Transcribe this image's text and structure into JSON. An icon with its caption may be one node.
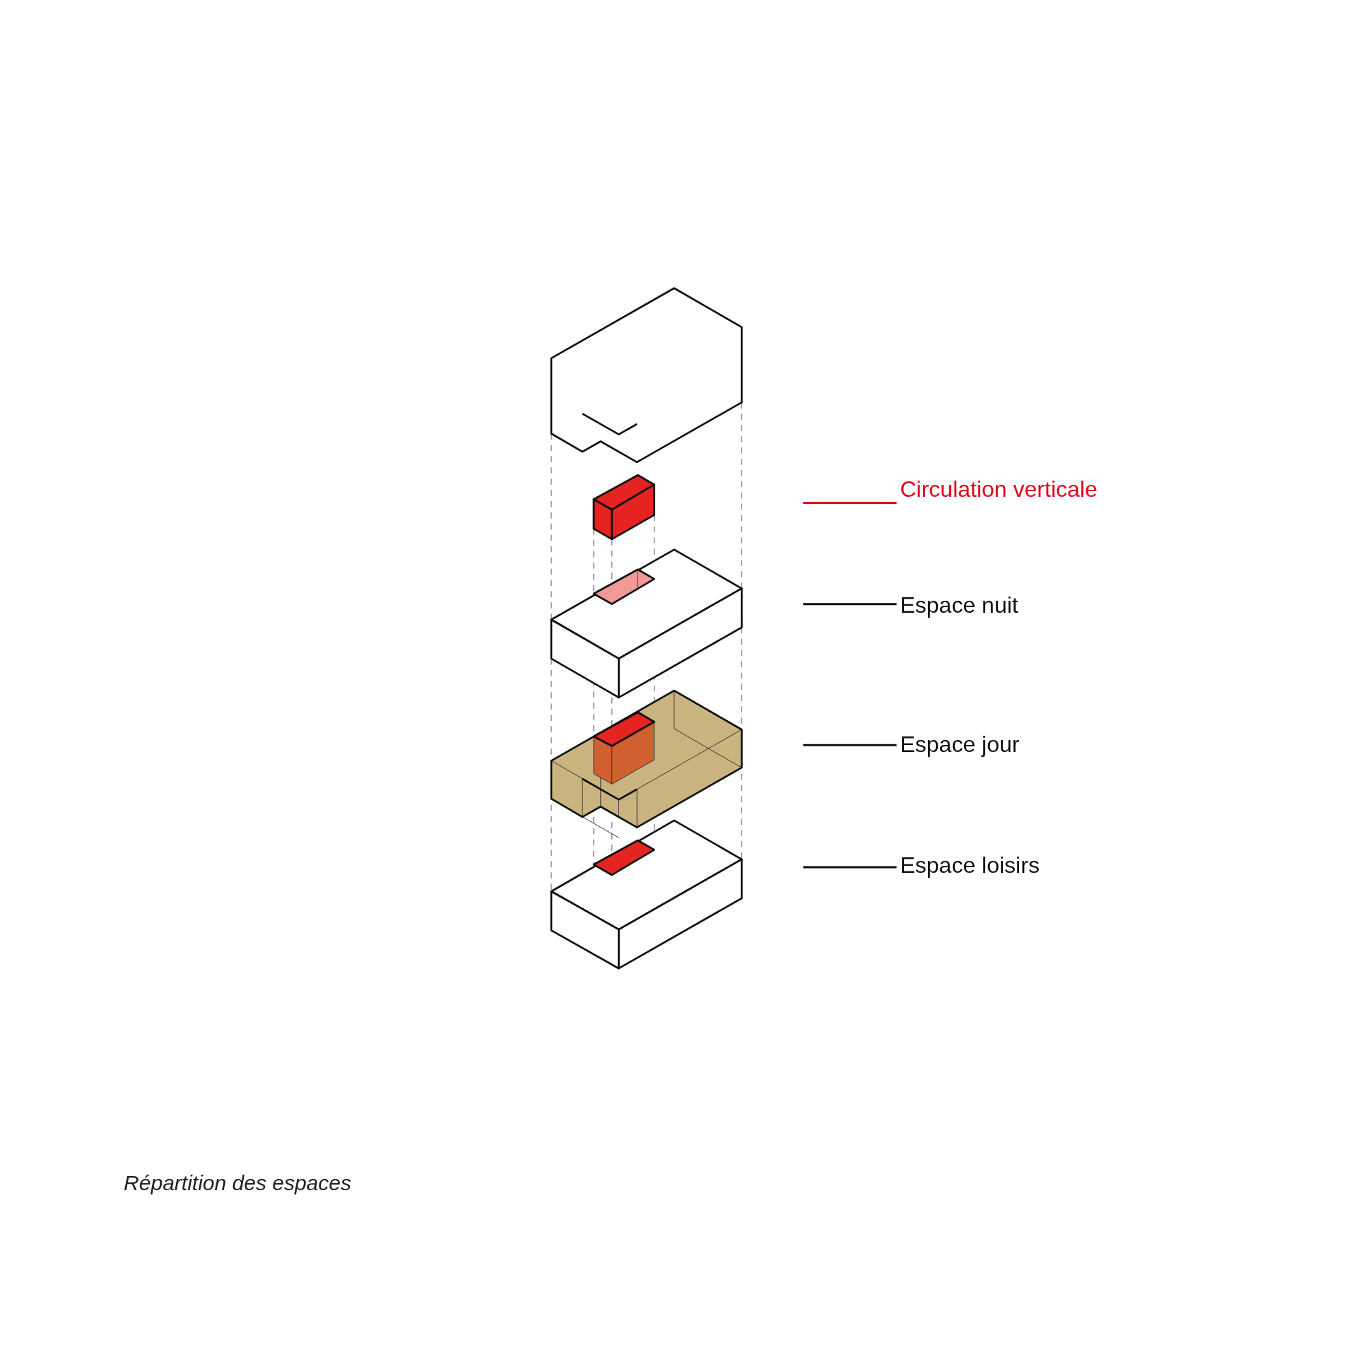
{
  "diagram": {
    "caption": "Répartition des espaces",
    "nodes": [
      {
        "text": [
          "Circulation verticale"
        ]
      },
      {
        "text": [
          "Espace nuit"
        ]
      },
      {
        "text": [
          "Espace jour"
        ]
      },
      {
        "text": [
          "Espace loisirs"
        ]
      }
    ],
    "edges": [
      {
        "from": 0,
        "to": null,
        "arrow": "none",
        "color": "#e3001b"
      },
      {
        "from": 1,
        "to": null,
        "arrow": "none"
      },
      {
        "from": 2,
        "to": null,
        "arrow": "none"
      },
      {
        "from": 3,
        "to": null,
        "arrow": "none"
      }
    ]
  }
}
